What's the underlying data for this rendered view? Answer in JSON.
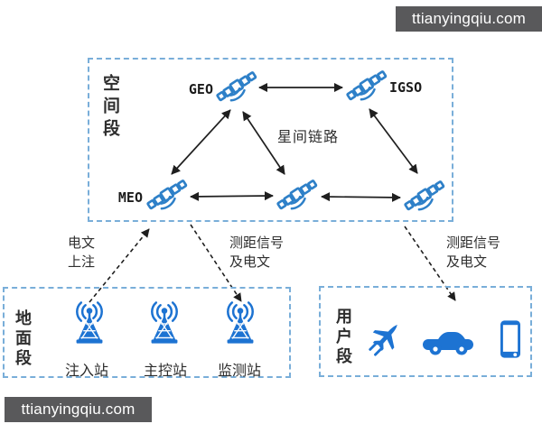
{
  "watermarks": {
    "top_right": "ttianyingqiu.com",
    "bottom_left": "ttianyingqiu.com"
  },
  "space_segment": {
    "label": "空间段",
    "satellites": {
      "geo": "GEO",
      "igso": "IGSO",
      "meo": "MEO"
    },
    "unlabeled_satellites": 2,
    "inter_satellite_link_label": "星间链路",
    "icon": "satellite-icon"
  },
  "ground_segment": {
    "label": "地面段",
    "stations": [
      {
        "name": "注入站",
        "icon": "antenna-tower-icon"
      },
      {
        "name": "主控站",
        "icon": "antenna-tower-icon"
      },
      {
        "name": "监测站",
        "icon": "antenna-tower-icon"
      }
    ]
  },
  "user_segment": {
    "label": "用户段",
    "devices": [
      "airplane-icon",
      "car-icon",
      "smartphone-icon"
    ]
  },
  "annotations": {
    "uplink": {
      "line1": "电文",
      "line2": "上注"
    },
    "ranging_mid": {
      "line1": "测距信号",
      "line2": "及电文"
    },
    "ranging_user": {
      "line1": "测距信号",
      "line2": "及电文"
    }
  },
  "colors": {
    "icon_blue": "#1d73d2",
    "satellite_blue": "#2e80c8",
    "box_border_blue": "#79aed9",
    "arrow_black": "#1f1f1f",
    "watermark_bg": "#59595b",
    "watermark_fg": "#ffffff"
  }
}
